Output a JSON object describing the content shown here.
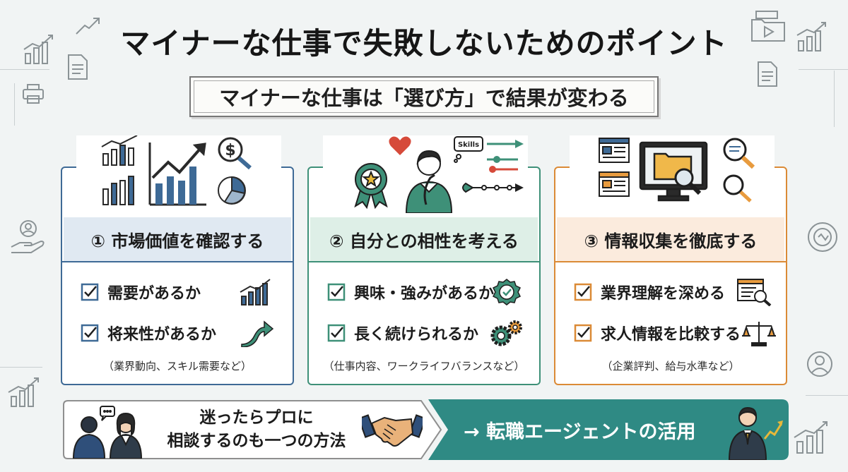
{
  "title": "マイナーな仕事で失敗しないためのポイント",
  "subtitle": "マイナーな仕事は「選び方」で結果が変わる",
  "cards": [
    {
      "heading": "① 市場価値を確認する",
      "items": [
        "需要があるか",
        "将来性があるか"
      ],
      "note": "（業界動向、スキル需要など）",
      "accent": "#3e6a96"
    },
    {
      "heading": "② 自分との相性を考える",
      "items": [
        "興味・強みがあるか",
        "長く続けられるか"
      ],
      "note": "（仕事内容、ワークライフバランスなど）",
      "accent": "#3e9078",
      "skills_label": "Skills"
    },
    {
      "heading": "③ 情報収集を徹底する",
      "items": [
        "業界理解を深める",
        "求人情報を比較する"
      ],
      "note": "（企業評判、給与水準など）",
      "accent": "#db8a36"
    }
  ],
  "banner": {
    "left_line1": "迷ったらプロに",
    "left_line2": "相談するのも一つの方法",
    "right_text": "→ 転職エージェントの活用",
    "right_color": "#2f8a84"
  }
}
